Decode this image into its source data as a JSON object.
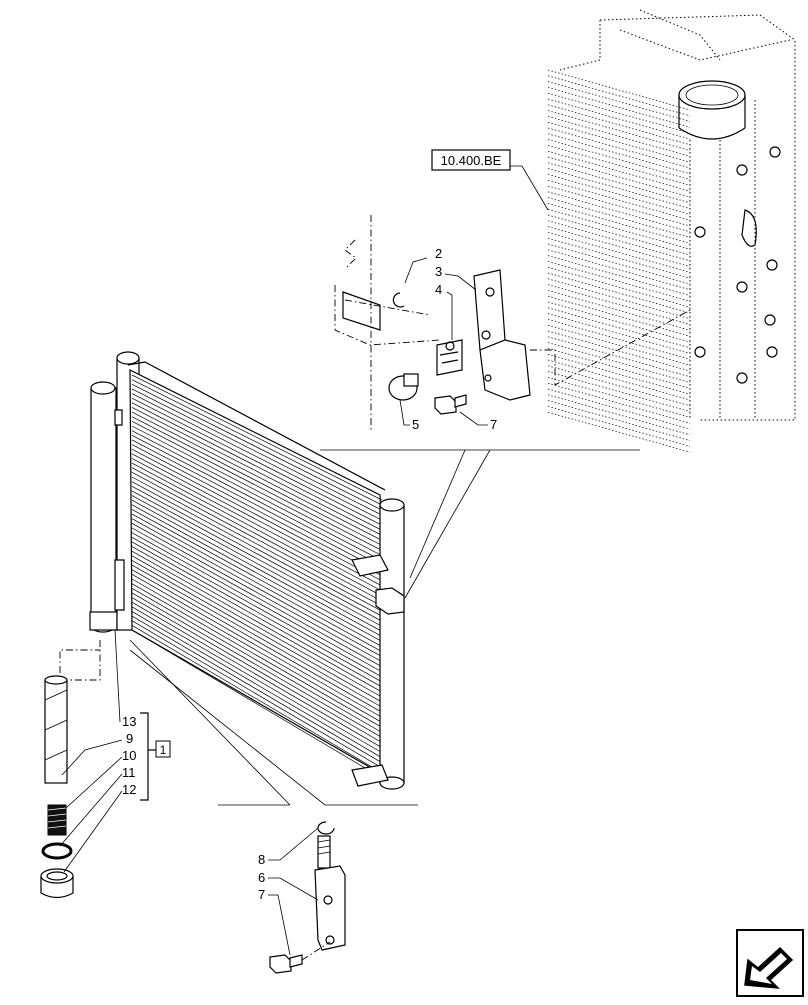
{
  "reference_box": {
    "label": "10.400.BE"
  },
  "callouts": [
    {
      "id": "c2",
      "text": "2"
    },
    {
      "id": "c3",
      "text": "3"
    },
    {
      "id": "c4",
      "text": "4"
    },
    {
      "id": "c5",
      "text": "5"
    },
    {
      "id": "c7a",
      "text": "7"
    },
    {
      "id": "c13",
      "text": "13"
    },
    {
      "id": "c9",
      "text": "9"
    },
    {
      "id": "c10",
      "text": "10"
    },
    {
      "id": "c11",
      "text": "11"
    },
    {
      "id": "c12",
      "text": "12"
    },
    {
      "id": "c8",
      "text": "8"
    },
    {
      "id": "c6",
      "text": "6"
    },
    {
      "id": "c7b",
      "text": "7"
    }
  ],
  "kit_box": {
    "label": "1"
  },
  "nav_icon": "arrow-navigation-icon"
}
